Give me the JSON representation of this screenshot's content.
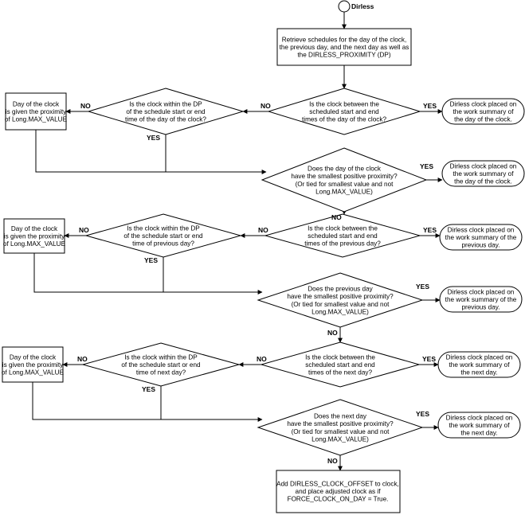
{
  "start": {
    "label": "Dirless"
  },
  "retrieve": [
    "Retrieve schedules for the day of the clock,",
    "the previous day, and the next day as well as",
    "the DIRLESS_PROXIMITY (DP)"
  ],
  "sections": [
    {
      "between": [
        "Is the clock between the",
        "scheduled start and end",
        "times of the day of the clock?"
      ],
      "within": [
        "Is the clock within the DP",
        "of the schedule start or end",
        "time of the day of the clock?"
      ],
      "maxbox": [
        "Day of the clock",
        "is given the proximity",
        "of Long.MAX_VALUE"
      ],
      "placed_between": [
        "Dirless clock placed on",
        "the work summary of",
        "the day of the clock."
      ],
      "smallest": [
        "Does the day of the clock",
        "have the smallest positive proximity?",
        "(Or tied for smallest value and not",
        "Long.MAX_VALUE)"
      ],
      "placed_smallest": [
        "Dirless clock placed on",
        "the work summary of",
        "the day of the clock."
      ]
    },
    {
      "between": [
        "Is the clock between the",
        "scheduled start and end",
        "times of the previous day?"
      ],
      "within": [
        "Is the clock within the DP",
        "of the schedule start or end",
        "time of previous day?"
      ],
      "maxbox": [
        "Day of the clock",
        "is given the proximity",
        "of Long.MAX_VALUE"
      ],
      "placed_between": [
        "Dirless clock placed on",
        "the work summary of the",
        "previous day."
      ],
      "smallest": [
        "Does the previous day",
        "have the smallest positive proximity?",
        "(Or tied for smallest value and not",
        "Long.MAX_VALUE)"
      ],
      "placed_smallest": [
        "Dirless clock placed on",
        "the work summary of the",
        "previous day."
      ]
    },
    {
      "between": [
        "Is the clock between the",
        "scheduled start and end",
        "times of the next day?"
      ],
      "within": [
        "Is the clock within the DP",
        "of the schedule start or end",
        "time of next day?"
      ],
      "maxbox": [
        "Day of the clock",
        "is given the proximity",
        "of Long.MAX_VALUE"
      ],
      "placed_between": [
        "Dirless clock placed on",
        "the work summary of",
        "the next day."
      ],
      "smallest": [
        "Does the next day",
        "have the smallest positive proximity?",
        "(Or tied for smallest value and not",
        "Long.MAX_VALUE)"
      ],
      "placed_smallest": [
        "Dirless clock placed on",
        "the work summary of",
        "the next day."
      ]
    }
  ],
  "final": [
    "Add DIRLESS_CLOCK_OFFSET to clock,",
    "and place adjusted clock as if",
    "FORCE_CLOCK_ON_DAY = True."
  ],
  "labels": {
    "yes": "YES",
    "no": "NO"
  }
}
